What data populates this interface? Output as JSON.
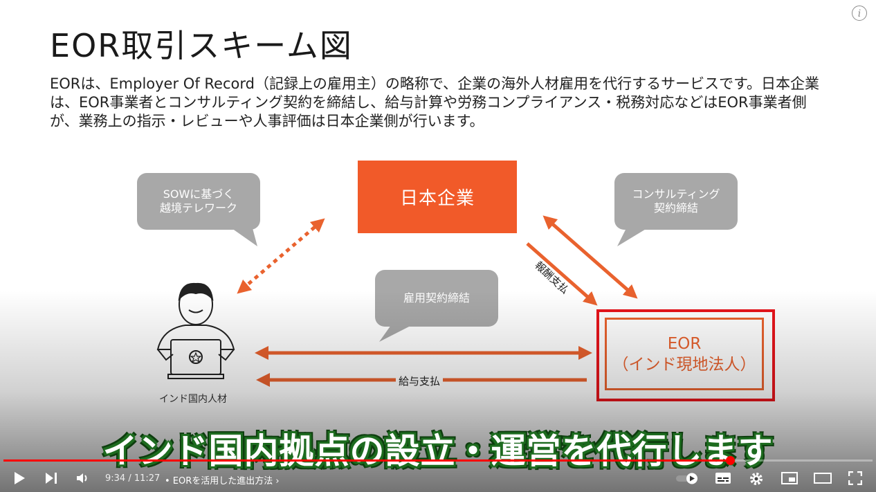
{
  "slide": {
    "title": "EOR取引スキーム図",
    "description": "EORは、Employer Of Record（記録上の雇用主）の略称で、企業の海外人材雇用を代行するサービスです。日本企業は、EOR事業者とコンサルティング契約を締結し、給与計算や労務コンプライアンス・税務対応などはEOR事業者側が、業務上の指示・レビューや人事評価は日本企業側が行います。",
    "company": "日本企業",
    "bubble_left": [
      "SOWに基づく",
      "越境テレワーク"
    ],
    "bubble_right": [
      "コンサルティング",
      "契約締結"
    ],
    "bubble_center": "雇用契約締結",
    "fee_label": "報酬支払",
    "salary_label": "給与支払",
    "eor_line1": "EOR",
    "eor_line2": "（インド現地法人）",
    "person_label": "インド国内人材",
    "colors": {
      "company": "#f15a29",
      "arrow": "#e9622e",
      "eor_border": "#e8141b",
      "bubble": "#a8a8a8"
    }
  },
  "subtitle": "インド国内拠点の設立・運営を代行します",
  "player": {
    "time": "9:34 / 11:27",
    "chapter": "• EORを活用した進出方法",
    "progress": 0.836,
    "icons": [
      "play-icon",
      "next-icon",
      "volume-icon",
      "autoplay-toggle",
      "subtitles-icon",
      "settings-icon",
      "miniplayer-icon",
      "theater-icon",
      "fullscreen-icon"
    ]
  }
}
